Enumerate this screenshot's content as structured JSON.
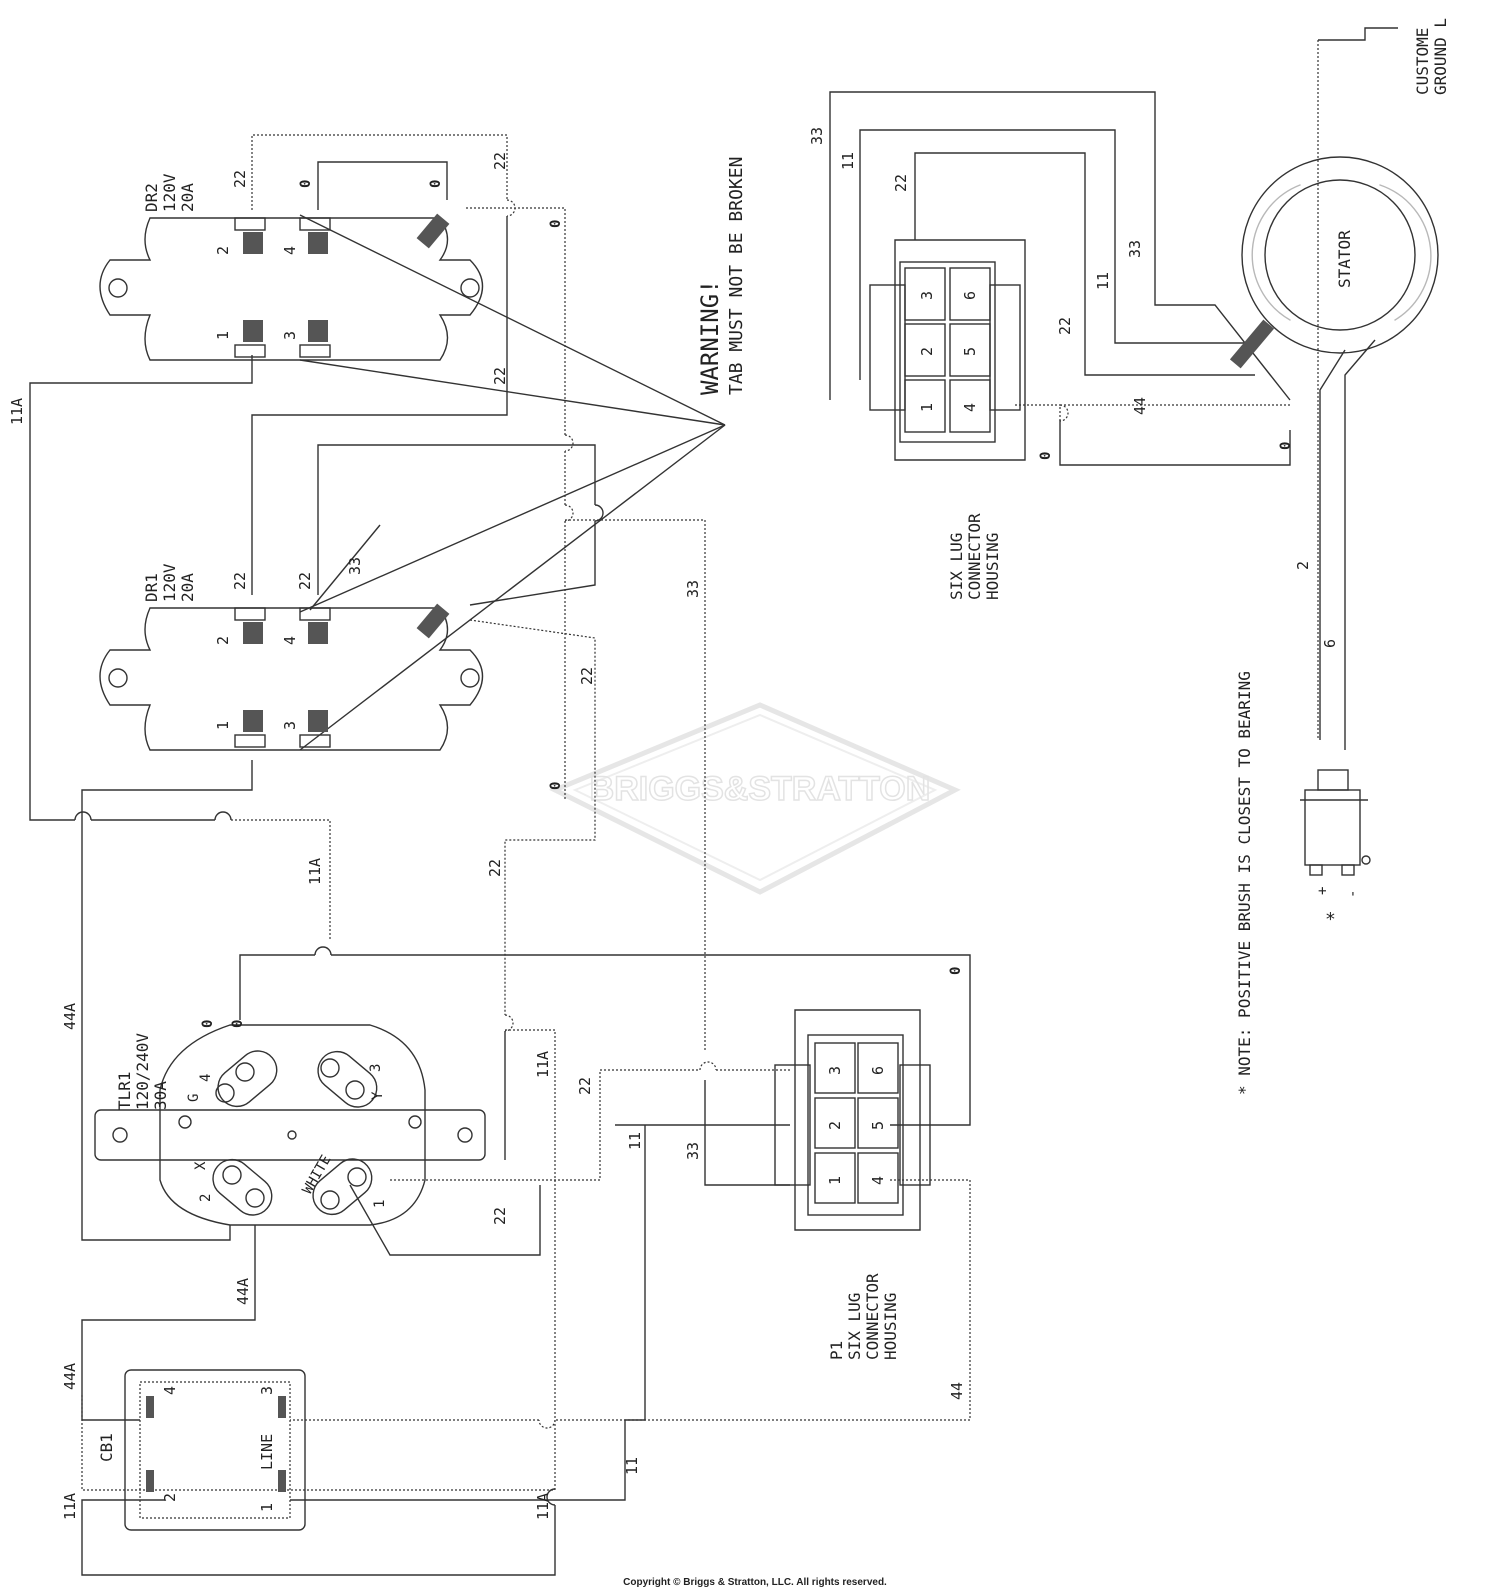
{
  "receptacles": {
    "dr2": {
      "lines": [
        "DR2",
        "120V",
        "20A"
      ],
      "terminals": [
        "2",
        "4",
        "1",
        "3"
      ]
    },
    "dr1": {
      "lines": [
        "DR1",
        "120V",
        "20A"
      ],
      "terminals": [
        "2",
        "4",
        "1",
        "3"
      ]
    },
    "tlr1": {
      "lines": [
        "TLR1",
        "120/240V",
        "30A"
      ],
      "terminals": [
        "4",
        "3",
        "2",
        "1"
      ],
      "pin_labels": [
        "G",
        "Y",
        "X",
        "WHITE"
      ]
    }
  },
  "breaker": {
    "label": "CB1",
    "line_label": "LINE",
    "terminals": [
      "4",
      "3",
      "2",
      "1"
    ]
  },
  "connectors": {
    "p1": {
      "lines": [
        "P1",
        "SIX LUG",
        "CONNECTOR",
        "HOUSING"
      ],
      "pins": [
        "3",
        "6",
        "2",
        "5",
        "1",
        "4"
      ]
    },
    "top": {
      "lines": [
        "SIX LUG",
        "CONNECTOR",
        "HOUSING"
      ],
      "pins": [
        "3",
        "6",
        "2",
        "5",
        "1",
        "4"
      ]
    }
  },
  "warning": {
    "lines": [
      "WARNING!",
      "TAB MUST NOT BE BROKEN"
    ]
  },
  "stator": {
    "label": "STATOR"
  },
  "customer_ground": {
    "lines": [
      "CUSTOME",
      "GROUND L"
    ]
  },
  "brush": {
    "plus": "+",
    "minus": "-",
    "star": "*"
  },
  "note": "* NOTE: POSITIVE BRUSH IS CLOSEST TO BEARING",
  "wire_labels": {
    "w11a": "11A",
    "w22": "22",
    "w33": "33",
    "w11": "11",
    "w44": "44",
    "w44a": "44A",
    "w2": "2",
    "w6": "6",
    "zero": "0"
  },
  "watermark": "BRIGGS&STRATTON",
  "copyright": "Copyright © Briggs & Stratton, LLC. All rights reserved."
}
